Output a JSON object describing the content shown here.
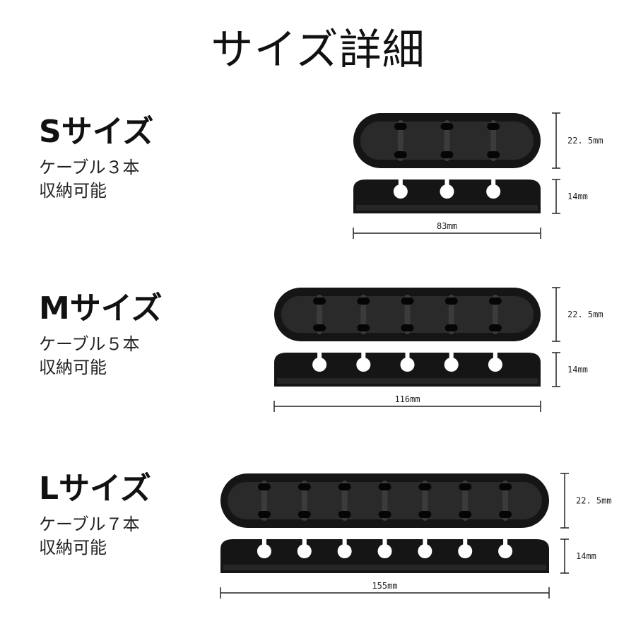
{
  "page": {
    "title": "サイズ詳細"
  },
  "colors": {
    "product": "#151515",
    "product_top": "#2a2a2a",
    "hole": "#ffffff",
    "dim_line": "#222222"
  },
  "sizes": [
    {
      "name": "Sサイズ",
      "desc_line1": "ケーブル３本",
      "desc_line2": "収納可能",
      "slots": 3,
      "width_label": "83mm",
      "height_top_label": "22. 5mm",
      "height_side_label": "14mm"
    },
    {
      "name": "Mサイズ",
      "desc_line1": "ケーブル５本",
      "desc_line2": "収納可能",
      "slots": 5,
      "width_label": "116mm",
      "height_top_label": "22. 5mm",
      "height_side_label": "14mm"
    },
    {
      "name": "Lサイズ",
      "desc_line1": "ケーブル７本",
      "desc_line2": "収納可能",
      "slots": 7,
      "width_label": "155mm",
      "height_top_label": "22. 5mm",
      "height_side_label": "14mm"
    }
  ]
}
